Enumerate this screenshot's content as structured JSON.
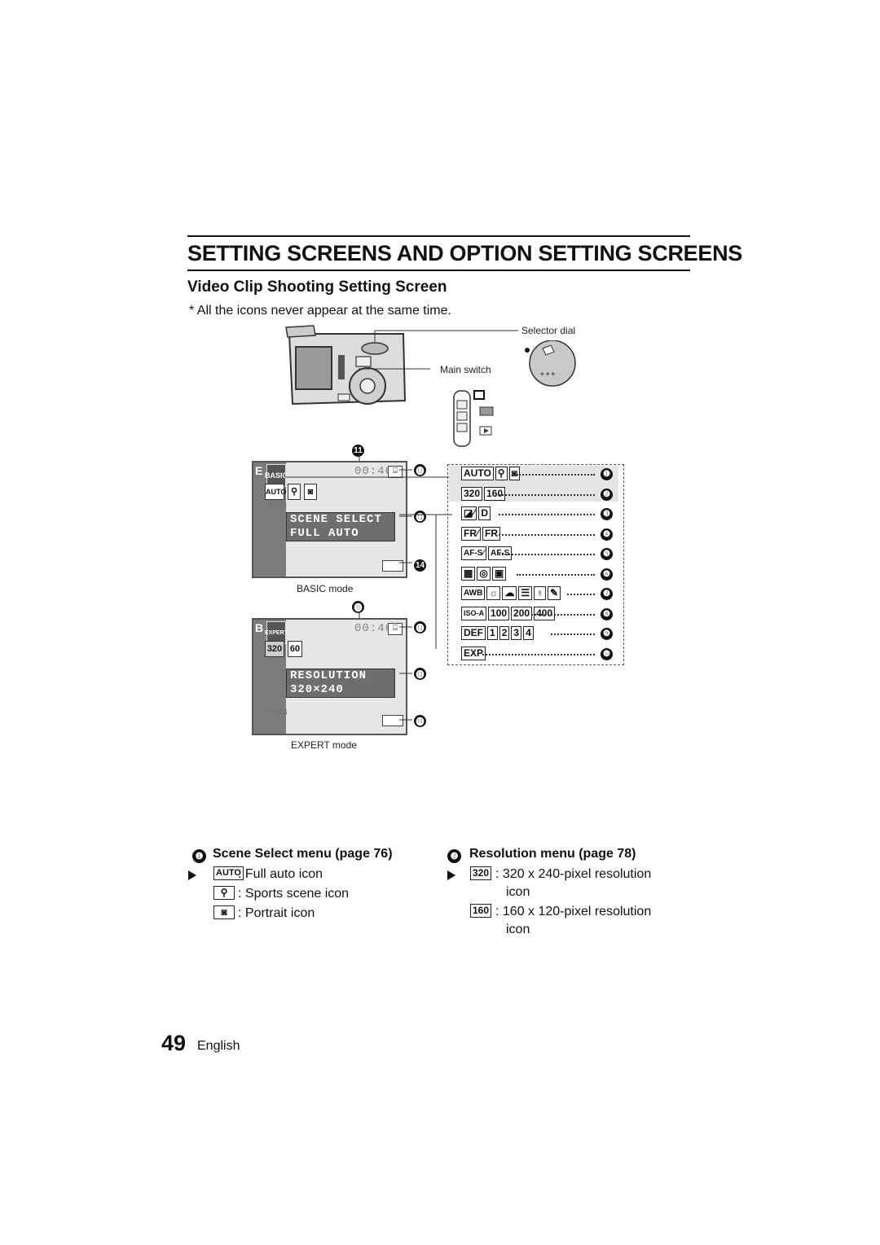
{
  "header": {
    "title": "SETTING SCREENS AND OPTION SETTING SCREENS",
    "subtitle": "Video Clip Shooting Setting Screen",
    "note": "*  All the icons never appear at the same time."
  },
  "camera": {
    "selector_dial_label": "Selector dial",
    "main_switch_label": "Main switch"
  },
  "basic_screen": {
    "mode_letter": "E",
    "mode_tag": "BASIC",
    "time": "00:46",
    "film_glyph": "⌸",
    "menu_line1": "SCENE SELECT",
    "menu_line2": "FULL AUTO",
    "auto_label": "AUTO",
    "res_label": "320",
    "caption": "BASIC mode"
  },
  "expert_screen": {
    "mode_letter": "B",
    "mode_tag": "EXPERT",
    "time": "00:46",
    "film_glyph": "⌸",
    "res_label": "320",
    "fps_label": "60",
    "menu_line1": "RESOLUTION",
    "menu_line2": "320×240",
    "awb_label": "AWB",
    "caption": "EXPERT mode"
  },
  "callouts": {
    "n11": "⓫",
    "n11_num": "11",
    "n12": "⓬",
    "n13": "⓭",
    "n14": "⓮",
    "n14_num": "14"
  },
  "icon_list": [
    {
      "num": "❶",
      "icons": [
        "AUTO",
        "⚲",
        "◙"
      ]
    },
    {
      "num": "❷",
      "icons": [
        "320",
        "160"
      ]
    },
    {
      "num": "❸",
      "icons": [
        "◪⁄",
        "D"
      ]
    },
    {
      "num": "❹",
      "icons": [
        "FR⁄",
        "FR"
      ]
    },
    {
      "num": "❺",
      "icons": [
        "AF-S⁄",
        "AF-S"
      ]
    },
    {
      "num": "❻",
      "icons": [
        "▦",
        "◎",
        "▣"
      ]
    },
    {
      "num": "❼",
      "icons": [
        "AWB",
        "☼",
        "☁",
        "☰",
        "♁",
        "✎"
      ]
    },
    {
      "num": "❽",
      "icons": [
        "ISO-A",
        "100",
        "200",
        "400"
      ]
    },
    {
      "num": "❾",
      "icons": [
        "DEF",
        "1",
        "2",
        "3",
        "4"
      ]
    },
    {
      "num": "❿",
      "icons": [
        "EXP"
      ]
    }
  ],
  "scene_select": {
    "num": "❶",
    "heading": "Scene Select menu (page 76)",
    "items": [
      {
        "icon": "AUTO",
        "label": ":  Full auto icon"
      },
      {
        "icon": "⚲",
        "label": ":  Sports scene icon"
      },
      {
        "icon": "◙",
        "label": ":  Portrait icon"
      }
    ]
  },
  "resolution": {
    "num": "❷",
    "heading": "Resolution menu (page 78)",
    "items": [
      {
        "icon": "320",
        "label": ":  320 x 240-pixel resolution",
        "label2": "icon"
      },
      {
        "icon": "160",
        "label": ":  160 x 120-pixel resolution",
        "label2": "icon"
      }
    ]
  },
  "footer": {
    "page_number": "49",
    "language": "English"
  }
}
